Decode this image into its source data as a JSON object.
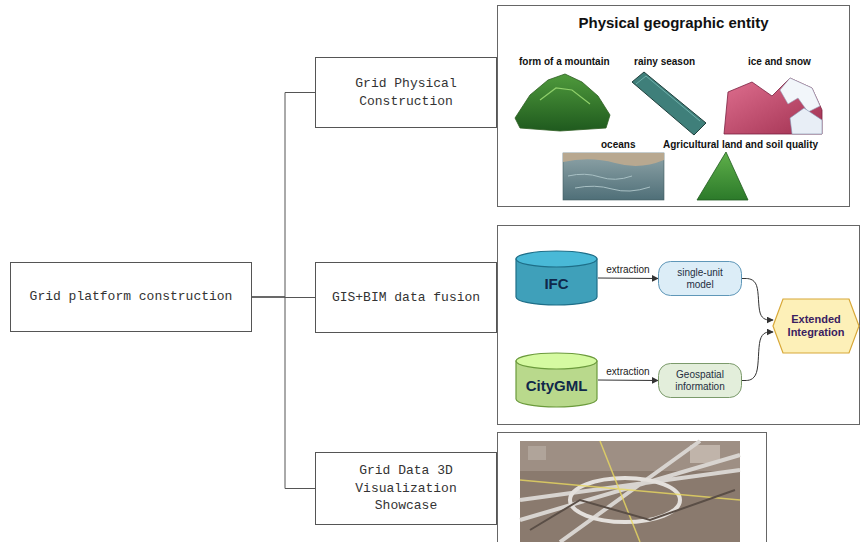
{
  "diagram": {
    "nodes": [
      {
        "text": [
          "Grid platform construction"
        ]
      },
      {
        "text": [
          "Grid Physical Construction"
        ]
      },
      {
        "text": [
          "Physical geographic entity",
          "form of a mountain",
          "rainy season",
          "ice and snow",
          "oceans",
          "Agricultural land and soil quality"
        ]
      },
      {
        "text": [
          "GIS+BIM data fusion"
        ]
      },
      {
        "text": [
          "IFC"
        ]
      },
      {
        "text": [
          "single-unit model"
        ]
      },
      {
        "text": [
          "CityGML"
        ]
      },
      {
        "text": [
          "Geospatial information"
        ]
      },
      {
        "text": [
          "Extended Integration"
        ]
      },
      {
        "text": [
          "Grid Data 3D Visualization Showcase"
        ]
      }
    ],
    "edges": [
      {
        "from": 0,
        "to": 1,
        "arrow": "none"
      },
      {
        "from": 0,
        "to": 3,
        "arrow": "none"
      },
      {
        "from": 0,
        "to": 9,
        "arrow": "none"
      },
      {
        "from": 4,
        "to": 5,
        "label": "extraction",
        "arrow": "to"
      },
      {
        "from": 6,
        "to": 7,
        "label": "extraction",
        "arrow": "to"
      },
      {
        "from": 5,
        "to": 8,
        "arrow": "to"
      },
      {
        "from": 7,
        "to": 8,
        "arrow": "to"
      }
    ]
  }
}
